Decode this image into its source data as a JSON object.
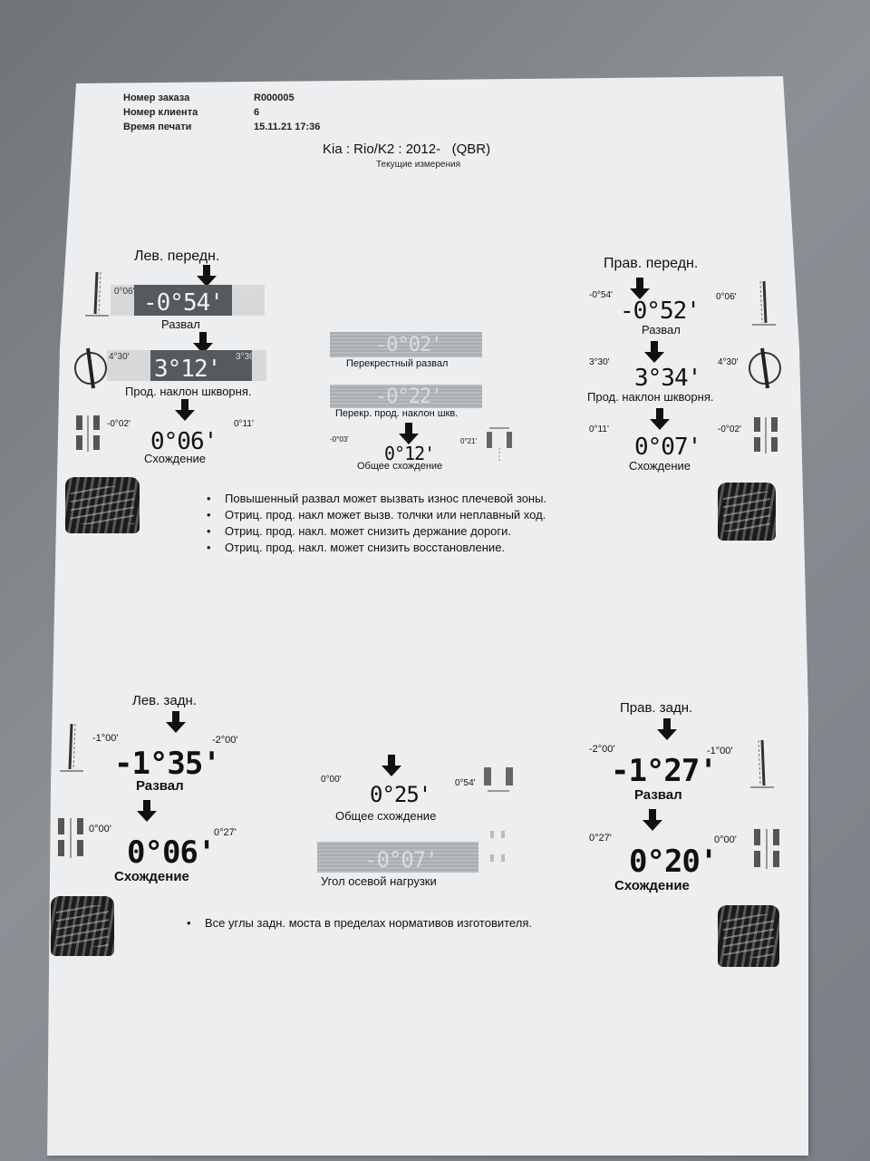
{
  "header": {
    "order_label": "Номер заказа",
    "order_value": "R000005",
    "client_label": "Номер клиента",
    "client_value": "6",
    "print_label": "Время печати",
    "print_value": "15.11.21 17:36"
  },
  "vehicle": "Kia : Rio/K2 : 2012-   (QBR)",
  "subtitle": "Текущие измерения",
  "front_left": {
    "title": "Лев. передн.",
    "camber": {
      "value": "-0°54'",
      "min": "0°06'",
      "max": "-0°54'",
      "label": "Развал"
    },
    "caster": {
      "value": "3°12'",
      "min": "4°30'",
      "max": "3°30'",
      "label": "Прод. наклон шкворня."
    },
    "toe": {
      "value": "0°06'",
      "min": "-0°02'",
      "max": "0°11'",
      "label": "Схождение"
    }
  },
  "front_center": {
    "cross_camber": {
      "value": "-0°02'",
      "label": "Перекрестный развал"
    },
    "cross_caster": {
      "value": "-0°22'",
      "label": "Перекр. прод. наклон шкв."
    },
    "total_toe": {
      "value": "0°12'",
      "min": "-0°03'",
      "max": "0°21'",
      "label": "Общее схождение"
    }
  },
  "front_right": {
    "title": "Прав. передн.",
    "camber": {
      "value": "-0°52'",
      "min": "-0°54'",
      "max": "0°06'",
      "label": "Развал"
    },
    "caster": {
      "value": "3°34'",
      "min": "3°30'",
      "max": "4°30'",
      "label": "Прод. наклон шкворня."
    },
    "toe": {
      "value": "0°07'",
      "min": "0°11'",
      "max": "-0°02'",
      "label": "Схождение"
    }
  },
  "front_notes": [
    "Повышенный развал может вызвать износ  плечевой зоны.",
    "Отриц. прод. накл может вызв. толчки или неплавный ход.",
    "Отриц. прод. накл. может снизить держание дороги.",
    "Отриц. прод. накл. может снизить восстановление."
  ],
  "rear_left": {
    "title": "Лев. задн.",
    "camber": {
      "value": "-1°35'",
      "min": "-1°00'",
      "max": "-2°00'",
      "label": "Развал"
    },
    "toe": {
      "value": "0°06'",
      "min": "0°00'",
      "max": "0°27'",
      "label": "Схождение"
    }
  },
  "rear_center": {
    "total_toe": {
      "value": "0°25'",
      "min": "0°00'",
      "max": "0°54'",
      "label": "Общее схождение"
    },
    "thrust": {
      "value": "-0°07'",
      "label": "Угол осевой нагрузки"
    }
  },
  "rear_right": {
    "title": "Прав. задн.",
    "camber": {
      "value": "-1°27'",
      "min": "-2°00'",
      "max": "-1°00'",
      "label": "Развал"
    },
    "toe": {
      "value": "0°20'",
      "min": "0°27'",
      "max": "0°00'",
      "label": "Схождение"
    }
  },
  "rear_notes": [
    "Все углы задн. моста в пределах нормативов изготовителя."
  ]
}
